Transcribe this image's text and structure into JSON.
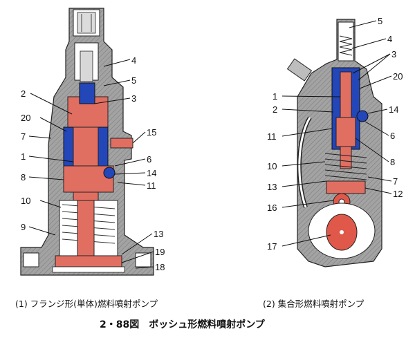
{
  "figure_title": "2・88図　ボッシュ形燃料噴射ポンプ",
  "left": {
    "caption": "(1) フランジ形(単体)燃料噴射ポンプ",
    "labels": [
      "4",
      "5",
      "3",
      "2",
      "20",
      "7",
      "15",
      "1",
      "6",
      "14",
      "8",
      "11",
      "10",
      "9",
      "13",
      "19",
      "18"
    ]
  },
  "right": {
    "caption": "(2) 集合形燃料噴射ポンプ",
    "labels": [
      "5",
      "4",
      "3",
      "20",
      "1",
      "2",
      "14",
      "11",
      "6",
      "8",
      "10",
      "13",
      "7",
      "12",
      "16",
      "17"
    ]
  },
  "colors": {
    "housing": "#9a9a9a",
    "plunger_red": "#e06f62",
    "barrel_blue": "#2346b8",
    "cam_red": "#e0584a"
  }
}
